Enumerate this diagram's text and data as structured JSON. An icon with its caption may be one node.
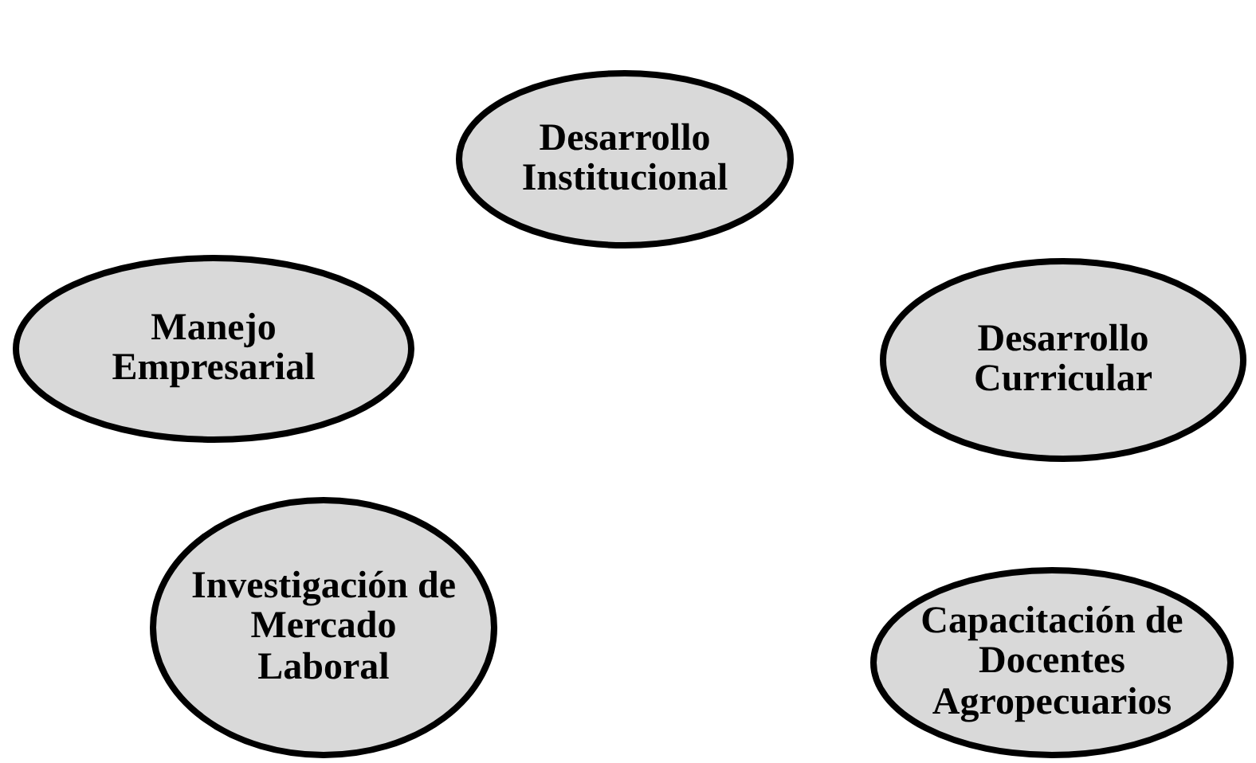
{
  "diagram": {
    "nodes": [
      {
        "text": [
          "Desarrollo Institucional"
        ]
      },
      {
        "text": [
          "Manejo Empresarial"
        ]
      },
      {
        "text": [
          "Desarrollo Curricular"
        ]
      },
      {
        "text": [
          "Investigación de Mercado Laboral"
        ]
      },
      {
        "text": [
          "Capacitación de Docentes Agropecuarios"
        ]
      }
    ]
  }
}
